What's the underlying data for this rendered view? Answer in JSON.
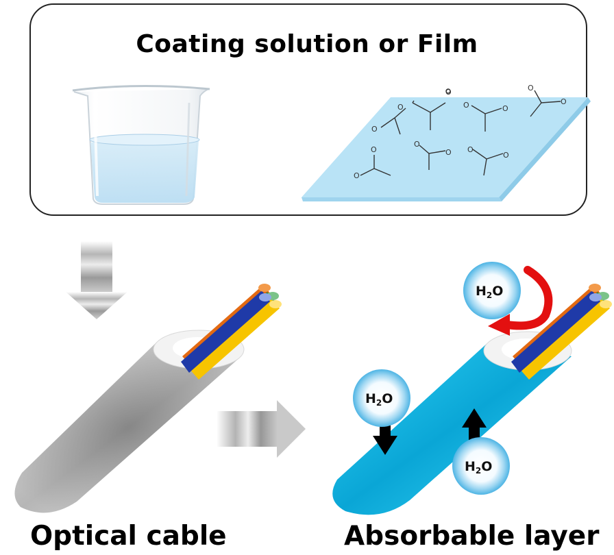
{
  "header": {
    "title": "Coating solution or Film"
  },
  "labels": {
    "left": "Optical cable",
    "right": "Absorbable layer"
  },
  "water": {
    "formula": "H",
    "subscript": "2",
    "o": "O"
  },
  "molecule": {
    "oxygen": "O",
    "charge": "−"
  },
  "colors": {
    "cable_gray": "#a9a9a9",
    "absorbable_blue": "#17c4ec",
    "film_blue": "#b9e3f6",
    "beaker_liquid": "#c9e6f6",
    "curved_arrow": "#e31010",
    "fiber_blue": "#1f3aa8",
    "fiber_orange": "#e36a12",
    "fiber_green": "#2e8b3a",
    "fiber_yellow": "#f7c400"
  },
  "icons": [
    "beaker-icon",
    "film-sheet-icon",
    "acetate-molecule-icon",
    "down-arrow-icon",
    "right-arrow-icon",
    "water-bubble-icon",
    "red-curved-arrow-icon",
    "black-up-arrow-icon",
    "black-down-arrow-icon"
  ]
}
